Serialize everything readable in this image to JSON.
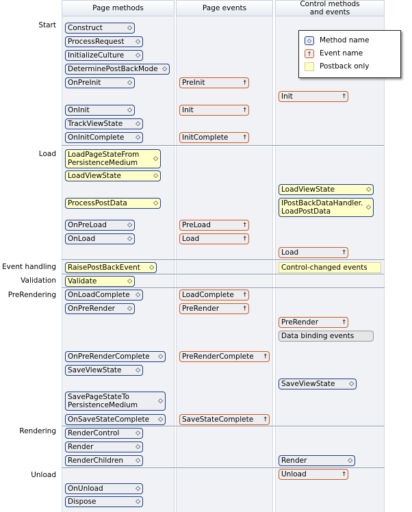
{
  "headers": {
    "page_methods": "Page methods",
    "page_events": "Page events",
    "control": "Control methods\nand events"
  },
  "stages": [
    "Start",
    "Load",
    "Event handling",
    "Validation",
    "PreRendering",
    "Rendering",
    "Unload"
  ],
  "page_methods": [
    "Construct",
    "ProcessRequest",
    "InitializeCulture",
    "DeterminePostBackMode",
    "OnPreInit",
    "OnInit",
    "TrackViewState",
    "OnInitComplete",
    "LoadPageStateFrom\nPersistenceMedium",
    "LoadViewState",
    "ProcessPostData",
    "OnPreLoad",
    "OnLoad",
    "RaisePostBackEvent",
    "Validate",
    "OnLoadComplete",
    "OnPreRender",
    "OnPreRenderComplete",
    "SaveViewState",
    "SavePageStateTo\nPersistenceMedium",
    "OnSaveStateComplete",
    "RenderControl",
    "Render",
    "RenderChildren",
    "OnUnload",
    "Dispose"
  ],
  "page_events": [
    "PreInit",
    "Init",
    "InitComplete",
    "PreLoad",
    "Load",
    "LoadComplete",
    "PreRender",
    "PreRenderComplete",
    "SaveStateComplete"
  ],
  "control_items": [
    "Init",
    "LoadViewState",
    "IPostBackDataHandler.\nLoadPostData",
    "Load",
    "Control-changed events",
    "PreRender",
    "Data binding events",
    "SaveViewState",
    "Render",
    "Unload"
  ],
  "legend": {
    "method": "Method name",
    "event": "Event name",
    "postback": "Postback only"
  },
  "glyphs": {
    "method": "◇",
    "event": "†"
  }
}
